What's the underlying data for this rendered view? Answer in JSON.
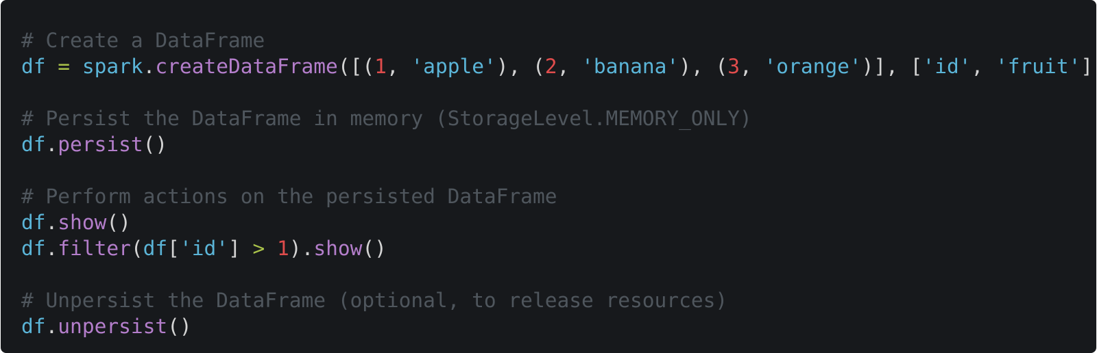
{
  "theme": {
    "background": "#17191c",
    "colors": {
      "comment": "#4f565d",
      "ident": "#5bb5d8",
      "func": "#b47ecb",
      "string": "#5bb5d8",
      "number": "#e04c4c",
      "operator": "#a9c24a",
      "punct": "#d4d4d4"
    }
  },
  "code": {
    "lines": [
      {
        "gap_after": false,
        "tokens": [
          {
            "t": "comment",
            "v": "# Create a DataFrame"
          }
        ]
      },
      {
        "gap_after": true,
        "tokens": [
          {
            "t": "ident",
            "v": "df"
          },
          {
            "t": "punct",
            "v": " "
          },
          {
            "t": "operator",
            "v": "="
          },
          {
            "t": "punct",
            "v": " "
          },
          {
            "t": "ident",
            "v": "spark"
          },
          {
            "t": "punct",
            "v": "."
          },
          {
            "t": "func",
            "v": "createDataFrame"
          },
          {
            "t": "punct",
            "v": "([("
          },
          {
            "t": "number",
            "v": "1"
          },
          {
            "t": "punct",
            "v": ", "
          },
          {
            "t": "string",
            "v": "'apple'"
          },
          {
            "t": "punct",
            "v": "), ("
          },
          {
            "t": "number",
            "v": "2"
          },
          {
            "t": "punct",
            "v": ", "
          },
          {
            "t": "string",
            "v": "'banana'"
          },
          {
            "t": "punct",
            "v": "), ("
          },
          {
            "t": "number",
            "v": "3"
          },
          {
            "t": "punct",
            "v": ", "
          },
          {
            "t": "string",
            "v": "'orange'"
          },
          {
            "t": "punct",
            "v": ")], ["
          },
          {
            "t": "string",
            "v": "'id'"
          },
          {
            "t": "punct",
            "v": ", "
          },
          {
            "t": "string",
            "v": "'fruit'"
          },
          {
            "t": "punct",
            "v": "])"
          }
        ]
      },
      {
        "gap_after": false,
        "tokens": [
          {
            "t": "comment",
            "v": "# Persist the DataFrame in memory (StorageLevel.MEMORY_ONLY)"
          }
        ]
      },
      {
        "gap_after": true,
        "tokens": [
          {
            "t": "ident",
            "v": "df"
          },
          {
            "t": "punct",
            "v": "."
          },
          {
            "t": "func",
            "v": "persist"
          },
          {
            "t": "punct",
            "v": "()"
          }
        ]
      },
      {
        "gap_after": false,
        "tokens": [
          {
            "t": "comment",
            "v": "# Perform actions on the persisted DataFrame"
          }
        ]
      },
      {
        "gap_after": false,
        "tokens": [
          {
            "t": "ident",
            "v": "df"
          },
          {
            "t": "punct",
            "v": "."
          },
          {
            "t": "func",
            "v": "show"
          },
          {
            "t": "punct",
            "v": "()"
          }
        ]
      },
      {
        "gap_after": true,
        "tokens": [
          {
            "t": "ident",
            "v": "df"
          },
          {
            "t": "punct",
            "v": "."
          },
          {
            "t": "func",
            "v": "filter"
          },
          {
            "t": "punct",
            "v": "("
          },
          {
            "t": "ident",
            "v": "df"
          },
          {
            "t": "punct",
            "v": "["
          },
          {
            "t": "string",
            "v": "'id'"
          },
          {
            "t": "punct",
            "v": "] "
          },
          {
            "t": "operator",
            "v": ">"
          },
          {
            "t": "punct",
            "v": " "
          },
          {
            "t": "number",
            "v": "1"
          },
          {
            "t": "punct",
            "v": ")."
          },
          {
            "t": "func",
            "v": "show"
          },
          {
            "t": "punct",
            "v": "()"
          }
        ]
      },
      {
        "gap_after": false,
        "tokens": [
          {
            "t": "comment",
            "v": "# Unpersist the DataFrame (optional, to release resources)"
          }
        ]
      },
      {
        "gap_after": false,
        "tokens": [
          {
            "t": "ident",
            "v": "df"
          },
          {
            "t": "punct",
            "v": "."
          },
          {
            "t": "func",
            "v": "unpersist"
          },
          {
            "t": "punct",
            "v": "()"
          }
        ]
      }
    ]
  }
}
